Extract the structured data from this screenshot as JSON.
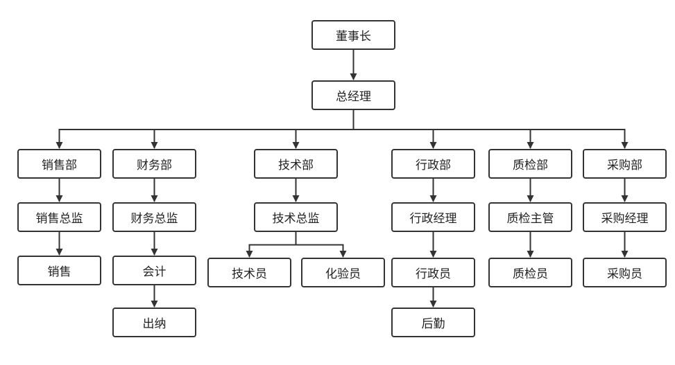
{
  "diagram": {
    "nodes": {
      "chairman": "董事长",
      "general_manager": "总经理",
      "sales_dept": "销售部",
      "sales_director": "销售总监",
      "sales": "销售",
      "finance_dept": "财务部",
      "finance_director": "财务总监",
      "accountant": "会计",
      "cashier": "出纳",
      "tech_dept": "技术部",
      "tech_director": "技术总监",
      "technician": "技术员",
      "lab_tester": "化验员",
      "admin_dept": "行政部",
      "admin_manager": "行政经理",
      "admin_staff": "行政员",
      "logistics": "后勤",
      "qc_dept": "质检部",
      "qc_supervisor": "质检主管",
      "qc_inspector": "质检员",
      "purchasing_dept": "采购部",
      "purchasing_manager": "采购经理",
      "purchaser": "采购员"
    },
    "edges": [
      [
        "chairman",
        "general_manager"
      ],
      [
        "general_manager",
        "sales_dept"
      ],
      [
        "general_manager",
        "finance_dept"
      ],
      [
        "general_manager",
        "tech_dept"
      ],
      [
        "general_manager",
        "admin_dept"
      ],
      [
        "general_manager",
        "qc_dept"
      ],
      [
        "general_manager",
        "purchasing_dept"
      ],
      [
        "sales_dept",
        "sales_director"
      ],
      [
        "sales_director",
        "sales"
      ],
      [
        "finance_dept",
        "finance_director"
      ],
      [
        "finance_director",
        "accountant"
      ],
      [
        "accountant",
        "cashier"
      ],
      [
        "tech_dept",
        "tech_director"
      ],
      [
        "tech_director",
        "technician"
      ],
      [
        "tech_director",
        "lab_tester"
      ],
      [
        "admin_dept",
        "admin_manager"
      ],
      [
        "admin_manager",
        "admin_staff"
      ],
      [
        "admin_staff",
        "logistics"
      ],
      [
        "qc_dept",
        "qc_supervisor"
      ],
      [
        "qc_supervisor",
        "qc_inspector"
      ],
      [
        "purchasing_dept",
        "purchasing_manager"
      ],
      [
        "purchasing_manager",
        "purchaser"
      ]
    ],
    "line_color": "#333333"
  }
}
